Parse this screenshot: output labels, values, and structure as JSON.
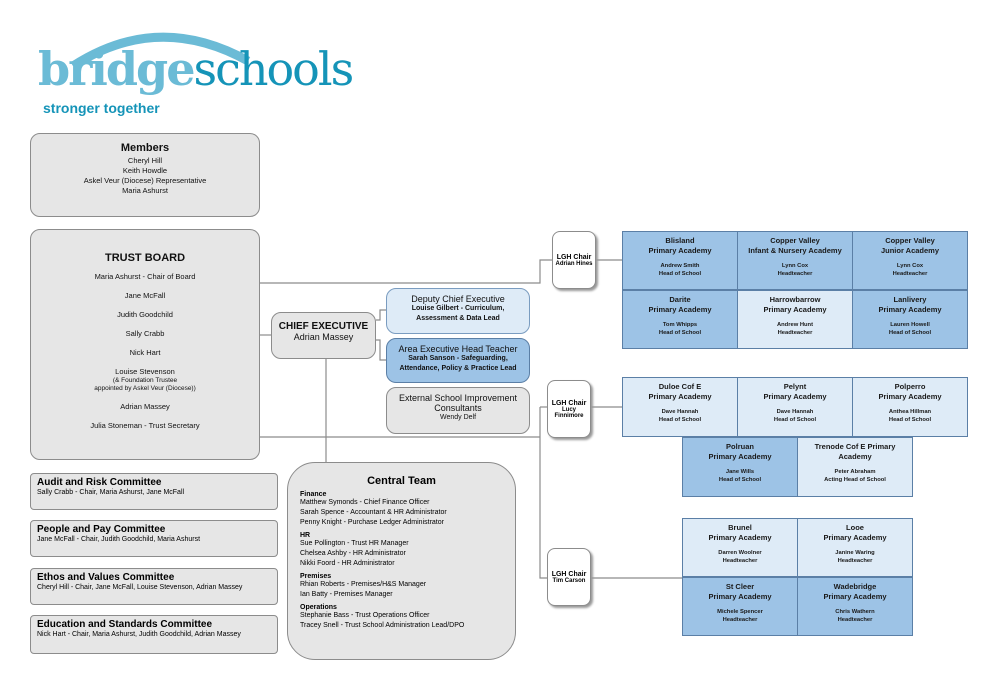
{
  "logo": {
    "word1": "bridge",
    "word2": "schools",
    "tagline": "stronger together",
    "colors": {
      "light": "#6bbbd6",
      "dark": "#1594b8"
    }
  },
  "members": {
    "title": "Members",
    "names": [
      "Cheryl Hill",
      "Keith Howdle",
      "Askel Veur (Diocese) Representative",
      "Maria Ashurst"
    ]
  },
  "trust_board": {
    "title": "TRUST BOARD",
    "names": [
      "Maria Ashurst - Chair of Board",
      "Jane McFall",
      "Judith Goodchild",
      "Sally Crabb",
      "Nick Hart",
      "Louise Stevenson",
      "(& Foundation Trustee",
      "appointed by Askel Veur (Diocese))",
      "Adrian Massey",
      "Julia Stoneman - Trust Secretary"
    ]
  },
  "committees": [
    {
      "title": "Audit and Risk Committee",
      "members": "Sally Crabb - Chair, Maria Ashurst, Jane McFall"
    },
    {
      "title": "People and Pay Committee",
      "members": "Jane McFall - Chair, Judith Goodchild, Maria Ashurst"
    },
    {
      "title": "Ethos and Values Committee",
      "members": "Cheryl Hill - Chair, Jane McFall, Louise Stevenson, Adrian Massey"
    },
    {
      "title": "Education and Standards Committee",
      "members": "Nick Hart - Chair, Maria Ashurst, Judith Goodchild, Adrian Massey"
    }
  ],
  "chief": {
    "title": "CHIEF EXECUTIVE",
    "name": "Adrian Massey"
  },
  "deputy": {
    "title": "Deputy Chief Executive",
    "l1": "Louise Gilbert - Curriculum,",
    "l2": "Assessment & Data Lead"
  },
  "area": {
    "title": "Area Executive Head Teacher",
    "l1": "Sarah Sanson - Safeguarding,",
    "l2": "Attendance, Policy & Practice Lead"
  },
  "external": {
    "title1": "External School Improvement",
    "title2": "Consultants",
    "name": "Wendy Delf"
  },
  "central": {
    "title": "Central Team",
    "sections": [
      {
        "name": "Finance",
        "items": [
          "Matthew Symonds - Chief Finance Officer",
          "Sarah Spence - Accountant & HR Administrator",
          "Penny Knight - Purchase Ledger Administrator"
        ]
      },
      {
        "name": "HR",
        "items": [
          "Sue Pollington - Trust HR Manager",
          "Chelsea Ashby - HR Administrator",
          "Nikki Foord - HR Administrator"
        ]
      },
      {
        "name": "Premises",
        "items": [
          "Rhian Roberts - Premises/H&S Manager",
          "Ian Batty - Premises Manager"
        ]
      },
      {
        "name": "Operations",
        "items": [
          "Stephanie Bass - Trust Operations Officer",
          "Tracey Snell - Trust School Administration Lead/DPO"
        ]
      }
    ]
  },
  "lgh": [
    {
      "label": "LGH Chair",
      "name": "Adrian Hines"
    },
    {
      "label": "LGH Chair",
      "name": "Lucy Finnimore"
    },
    {
      "label": "LGH Chair",
      "name": "Tim Carson"
    }
  ],
  "schools": [
    {
      "n1": "Blisland",
      "n2": "Primary Academy",
      "head": "Andrew Smith",
      "role": "Head of School",
      "shade": "dark"
    },
    {
      "n1": "Copper Valley",
      "n2": "Infant & Nursery Academy",
      "head": "Lynn Cox",
      "role": "Headteacher",
      "shade": "dark"
    },
    {
      "n1": "Copper Valley",
      "n2": "Junior Academy",
      "head": "Lynn Cox",
      "role": "Headteacher",
      "shade": "dark"
    },
    {
      "n1": "Darite",
      "n2": "Primary Academy",
      "head": "Tom Whipps",
      "role": "Head of School",
      "shade": "dark"
    },
    {
      "n1": "Harrowbarrow",
      "n2": "Primary Academy",
      "head": "Andrew Hunt",
      "role": "Headteacher",
      "shade": "light"
    },
    {
      "n1": "Lanlivery",
      "n2": "Primary Academy",
      "head": "Lauren Howell",
      "role": "Head of School",
      "shade": "dark"
    },
    {
      "n1": "Duloe Cof E",
      "n2": "Primary Academy",
      "head": "Dave Hannah",
      "role": "Head of School",
      "shade": "light"
    },
    {
      "n1": "Pelynt",
      "n2": "Primary Academy",
      "head": "Dave Hannah",
      "role": "Head of School",
      "shade": "light"
    },
    {
      "n1": "Polperro",
      "n2": "Primary Academy",
      "head": "Anthea Hillman",
      "role": "Head of School",
      "shade": "light"
    },
    {
      "n1": "Polruan",
      "n2": "Primary Academy",
      "head": "Jane Wills",
      "role": "Head of School",
      "shade": "dark"
    },
    {
      "n1": "Trenode Cof E Primary",
      "n2": "Academy",
      "head": "Peter Abraham",
      "role": "Acting Head of School",
      "shade": "light"
    },
    {
      "n1": "Brunel",
      "n2": "Primary Academy",
      "head": "Darren Woolner",
      "role": "Headteacher",
      "shade": "light"
    },
    {
      "n1": "Looe",
      "n2": "Primary Academy",
      "head": "Janine Waring",
      "role": "Headteacher",
      "shade": "light"
    },
    {
      "n1": "St Cleer",
      "n2": "Primary Academy",
      "head": "Michele Spencer",
      "role": "Headteacher",
      "shade": "dark"
    },
    {
      "n1": "Wadebridge",
      "n2": "Primary Academy",
      "head": "Chris Wathern",
      "role": "Headteacher",
      "shade": "dark"
    }
  ]
}
